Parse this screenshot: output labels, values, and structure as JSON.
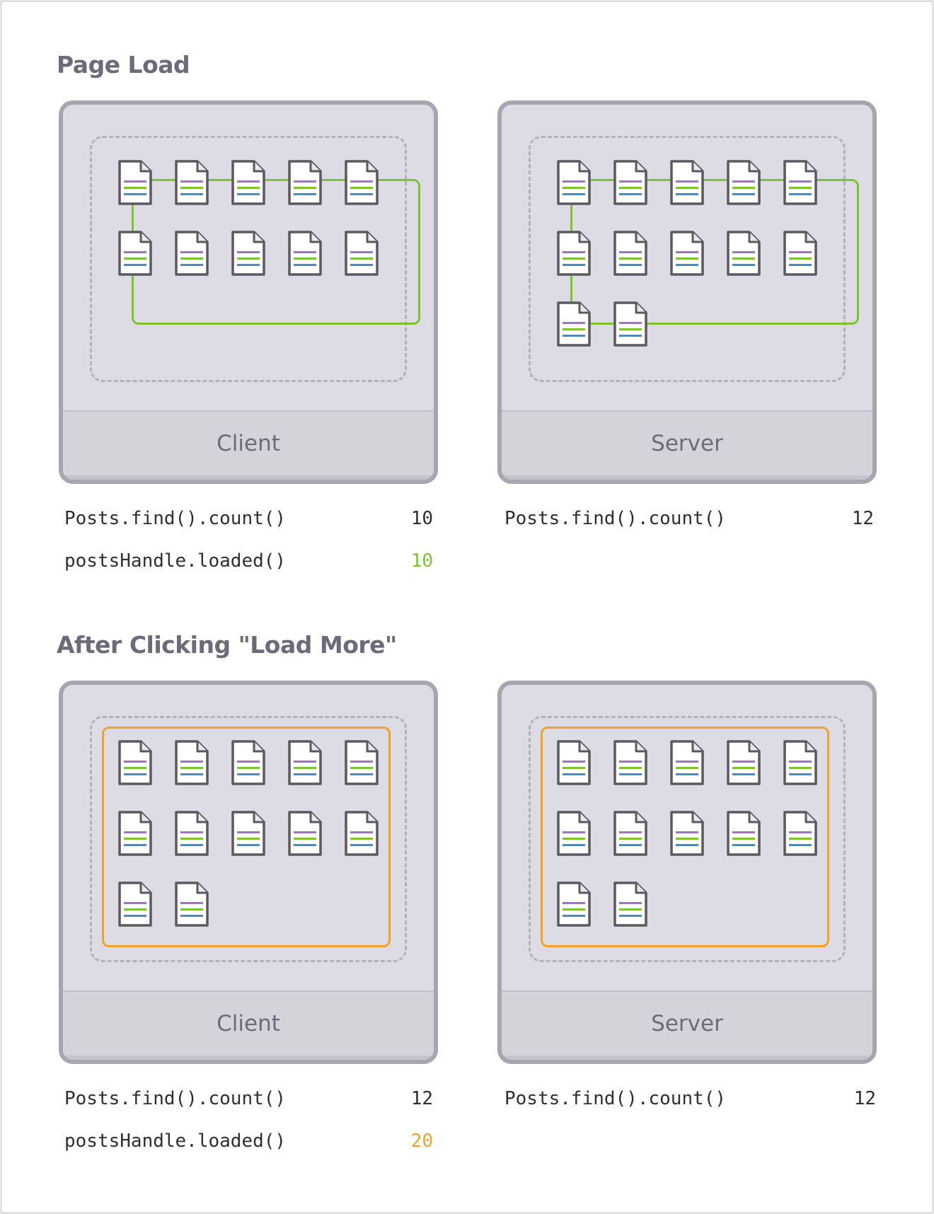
{
  "colors": {
    "doc_line_purple": "#a173cc",
    "doc_line_green": "#7cc52f",
    "doc_line_blue": "#3a8fd9",
    "subscription_green": "#7cc52f",
    "subscription_orange": "#f2a325"
  },
  "page_load": {
    "title": "Page Load",
    "client": {
      "label": "Client",
      "docs_in_subscription": 10,
      "docs_outside_subscription": 0,
      "stats": [
        {
          "label": "Posts.find().count()",
          "value": "10",
          "color": "default"
        },
        {
          "label": "postsHandle.loaded()",
          "value": "10",
          "color": "green"
        }
      ]
    },
    "server": {
      "label": "Server",
      "docs_in_subscription": 10,
      "docs_outside_subscription": 2,
      "stats": [
        {
          "label": "Posts.find().count()",
          "value": "12",
          "color": "default"
        }
      ]
    }
  },
  "after_load_more": {
    "title": "After Clicking \"Load More\"",
    "client": {
      "label": "Client",
      "docs_in_subscription": 12,
      "docs_outside_subscription": 0,
      "stats": [
        {
          "label": "Posts.find().count()",
          "value": "12",
          "color": "default"
        },
        {
          "label": "postsHandle.loaded()",
          "value": "20",
          "color": "orange"
        }
      ]
    },
    "server": {
      "label": "Server",
      "docs_in_subscription": 12,
      "docs_outside_subscription": 0,
      "stats": [
        {
          "label": "Posts.find().count()",
          "value": "12",
          "color": "default"
        }
      ]
    }
  }
}
